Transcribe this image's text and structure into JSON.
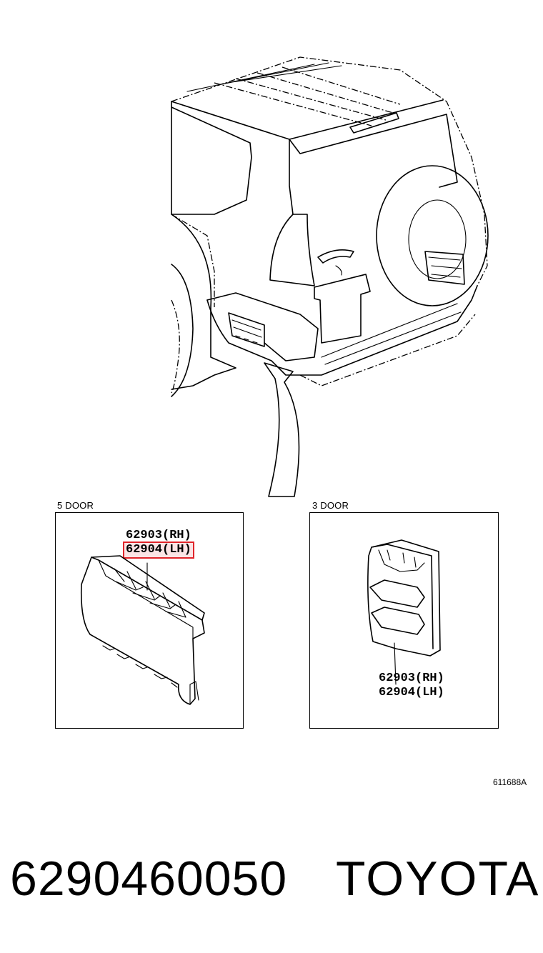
{
  "sections": {
    "five_door": {
      "title": "5 DOOR",
      "callout_rh": "62903(RH)",
      "callout_lh": "62904(LH)"
    },
    "three_door": {
      "title": "3 DOOR",
      "callout_rh": "62903(RH)",
      "callout_lh": "62904(LH)"
    }
  },
  "diagram_ref": "611688A",
  "footer": {
    "part_number": "6290460050",
    "brand": "TOYOTA"
  },
  "colors": {
    "highlight": "#e0242a",
    "line": "#000000",
    "background": "#ffffff"
  }
}
